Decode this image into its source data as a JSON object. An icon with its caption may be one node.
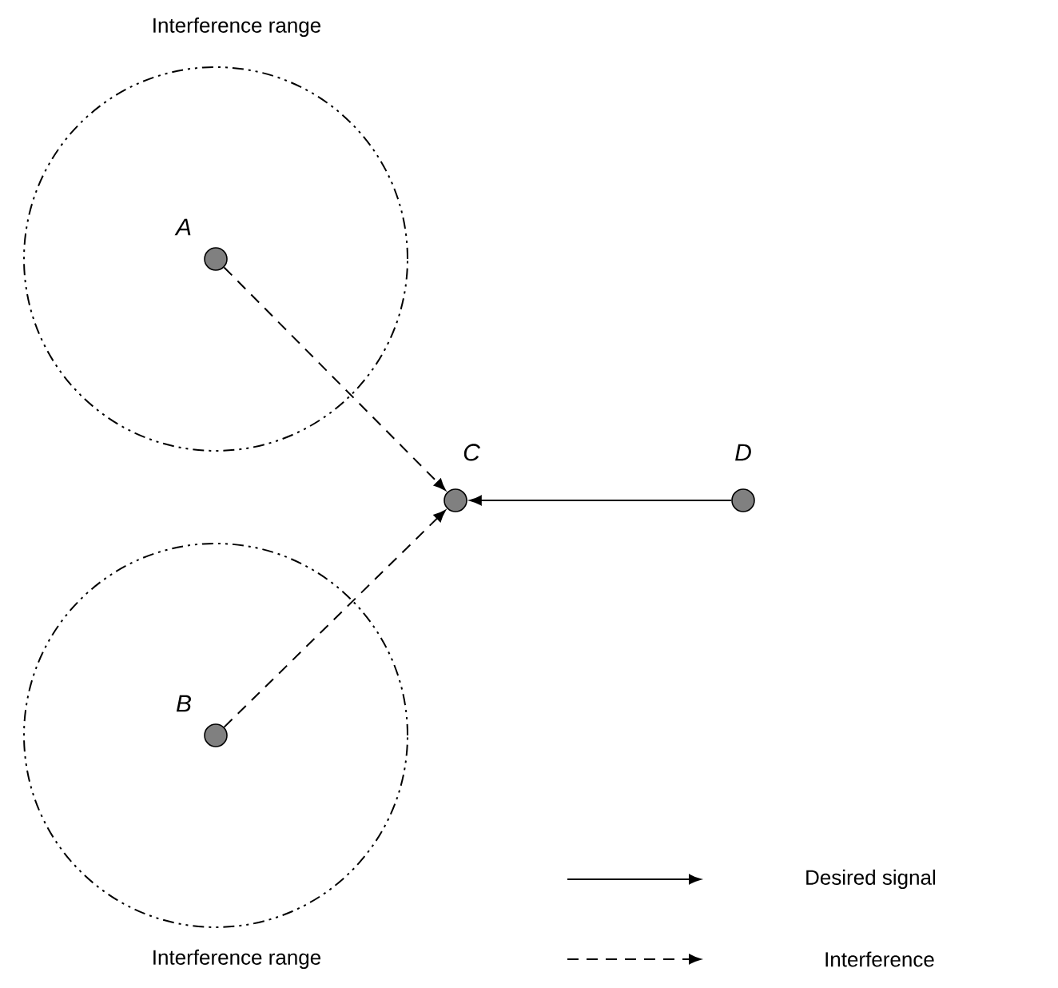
{
  "diagram": {
    "nodes": [
      {
        "text": [
          "Interference range"
        ]
      },
      {
        "text": [],
        "shape": "circle",
        "beside": [
          "A"
        ],
        "in": 0
      },
      {
        "text": [],
        "shape": "circle",
        "beside": [
          "C"
        ]
      },
      {
        "text": [],
        "shape": "circle",
        "beside": [
          "D"
        ]
      },
      {
        "text": [
          "Interference range"
        ]
      },
      {
        "text": [],
        "shape": "circle",
        "beside": [
          "B"
        ],
        "in": 4
      }
    ],
    "edges": [
      {
        "from": 1,
        "to": 2,
        "arrow": "to",
        "style": "dashed"
      },
      {
        "from": 5,
        "to": 2,
        "arrow": "to",
        "style": "dashed"
      },
      {
        "from": 3,
        "to": 2,
        "arrow": "to"
      }
    ],
    "legend": [
      {
        "text": "Desired signal"
      },
      {
        "text": "Interference"
      }
    ]
  }
}
